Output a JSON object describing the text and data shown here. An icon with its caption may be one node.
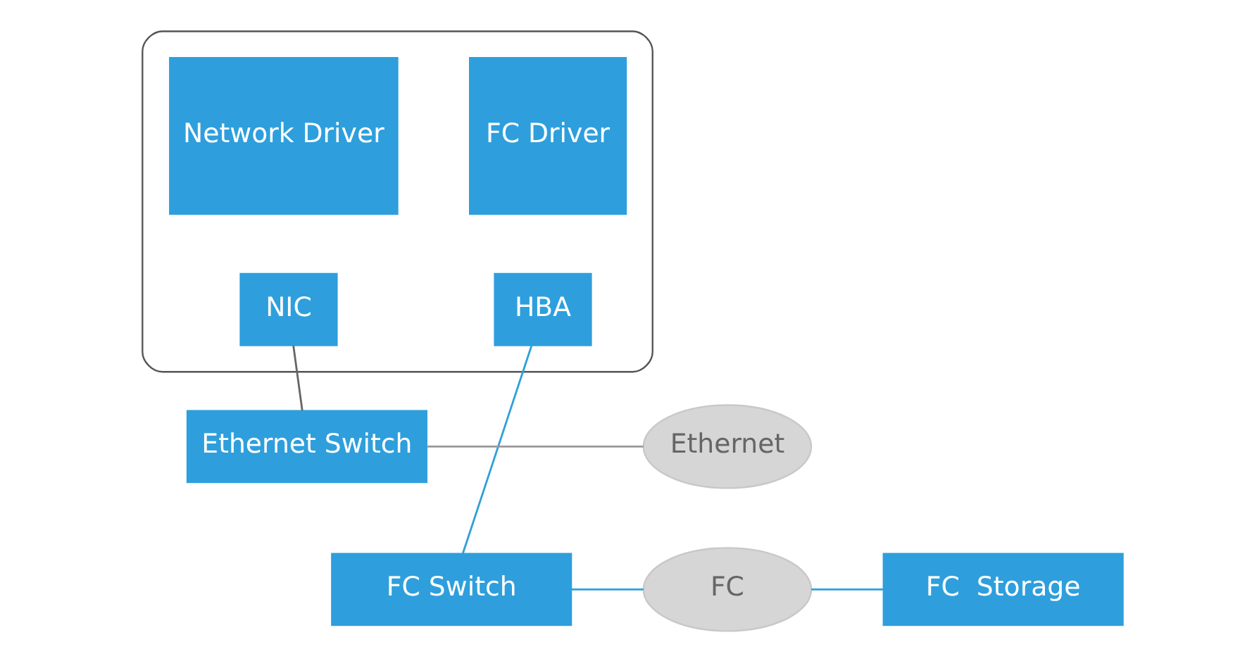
{
  "diagram": {
    "nodes": [
      {
        "text": [],
        "shape": "box"
      },
      {
        "text": [
          "Network Driver"
        ],
        "in": 0
      },
      {
        "text": [
          "FC Driver"
        ],
        "in": 0
      },
      {
        "text": [
          "NIC"
        ],
        "in": 0
      },
      {
        "text": [
          "HBA"
        ],
        "in": 0
      },
      {
        "text": [
          "Ethernet Switch"
        ]
      },
      {
        "text": [
          "Ethernet"
        ]
      },
      {
        "text": [
          "FC Switch"
        ]
      },
      {
        "text": [
          "FC"
        ]
      },
      {
        "text": [
          "FC  Storage"
        ]
      }
    ],
    "edges": [
      {
        "from": 3,
        "to": 5,
        "arrow": "none",
        "color": "#666666"
      },
      {
        "from": 4,
        "to": 7,
        "arrow": "none"
      },
      {
        "from": 5,
        "to": 6,
        "arrow": "none",
        "color": "#999999"
      },
      {
        "from": 7,
        "to": 8,
        "arrow": "none"
      },
      {
        "from": 8,
        "to": 9,
        "arrow": "none"
      }
    ]
  }
}
